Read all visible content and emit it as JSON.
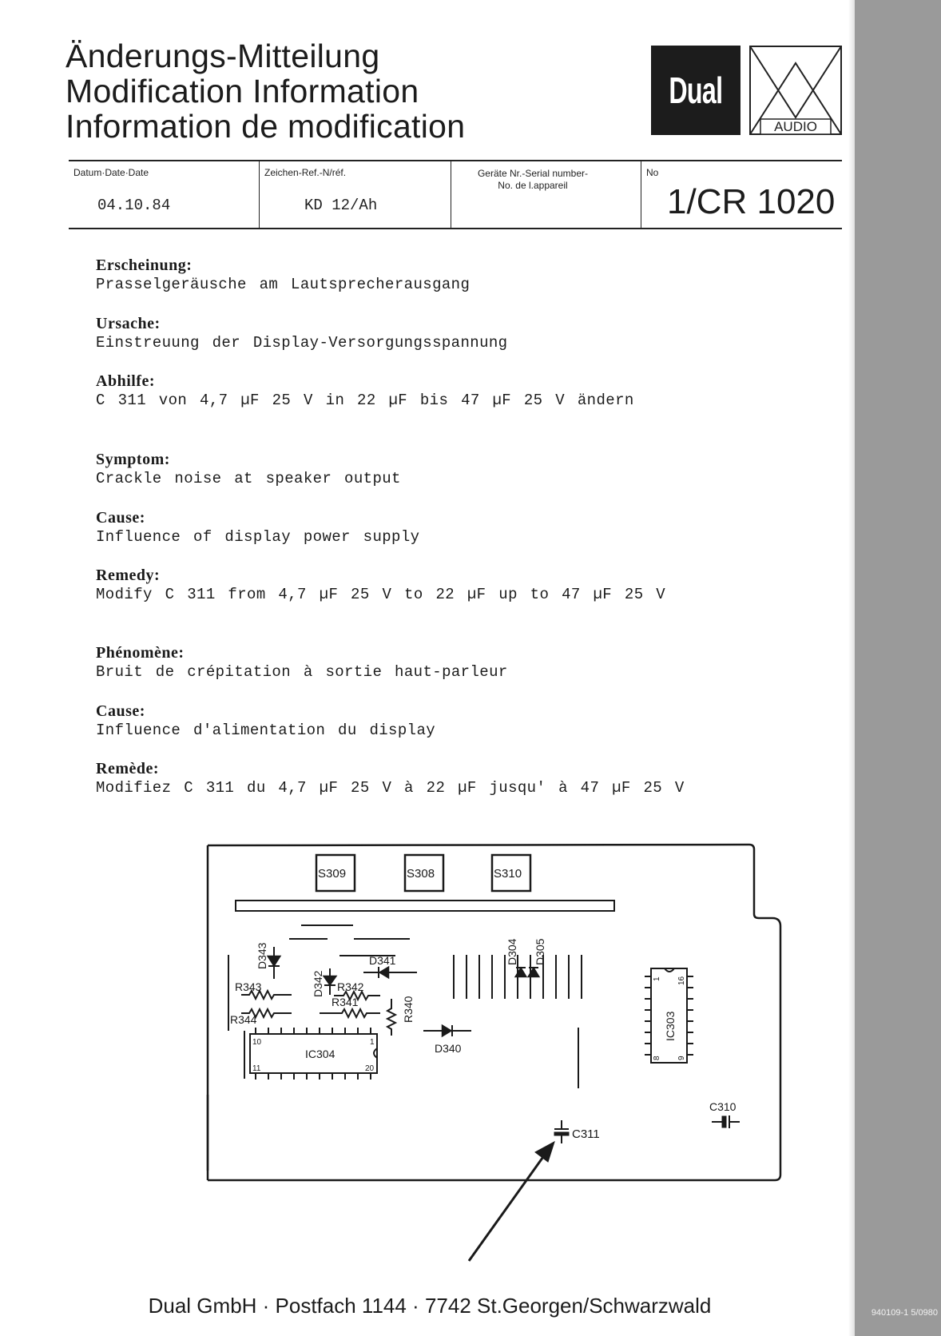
{
  "title": {
    "line_de": "Änderungs-Mitteilung",
    "line_en": "Modification Information",
    "line_fr": "Information de modification"
  },
  "logo": {
    "brand": "Dual",
    "sub": "AUDIO"
  },
  "header": {
    "date_label": "Datum·Date·Date",
    "date_value": "04.10.84",
    "ref_label": "Zeichen-Ref.-N/réf.",
    "ref_value": "KD 12/Ah",
    "serial_label_1": "Geräte Nr.-Serial number-",
    "serial_label_2": "No. de l.appareil",
    "serial_value": "",
    "no_label": "No",
    "no_value": "1/CR 1020"
  },
  "german": {
    "symptom_h": "Erscheinung:",
    "symptom_t": "Prasselgeräusche am Lautsprecherausgang",
    "cause_h": "Ursache:",
    "cause_t": "Einstreuung der Display-Versorgungsspannung",
    "remedy_h": "Abhilfe:",
    "remedy_t": "C 311 von 4,7 µF 25 V in 22 µF bis 47 µF 25 V ändern"
  },
  "english": {
    "symptom_h": "Symptom:",
    "symptom_t": "Crackle noise at speaker output",
    "cause_h": "Cause:",
    "cause_t": "Influence of display power supply",
    "remedy_h": "Remedy:",
    "remedy_t": "Modify C 311 from 4,7 µF 25 V to 22 µF up to 47 µF 25 V"
  },
  "french": {
    "symptom_h": "Phénomène:",
    "symptom_t": "Bruit de crépitation à sortie haut-parleur",
    "cause_h": "Cause:",
    "cause_t": "Influence d'alimentation du display",
    "remedy_h": "Remède:",
    "remedy_t": "Modifiez C 311 du 4,7 µF 25 V à 22 µF jusqu' à 47 µF 25 V"
  },
  "pcb": {
    "switch_1": "S309",
    "switch_2": "S308",
    "switch_3": "S310",
    "d343": "D343",
    "d342": "D342",
    "d341": "D341",
    "d340": "D340",
    "d304": "D304",
    "d305": "D305",
    "r343": "R343",
    "r344": "R344",
    "r342": "R342",
    "r341": "R341",
    "r340": "R340",
    "ic304": "IC304",
    "ic304_pin_10": "10",
    "ic304_pin_1": "1",
    "ic304_pin_11": "11",
    "ic304_pin_20": "20",
    "ic303": "IC303",
    "ic303_pin_1": "1",
    "ic303_pin_16": "16",
    "ic303_pin_8": "8",
    "ic303_pin_9": "9",
    "c310": "C310",
    "c311": "C311"
  },
  "footer": "Dual GmbH · Postfach 1144 · 7742 St.Georgen/Schwarzwald",
  "doc_code": "940109-1 5/0980"
}
